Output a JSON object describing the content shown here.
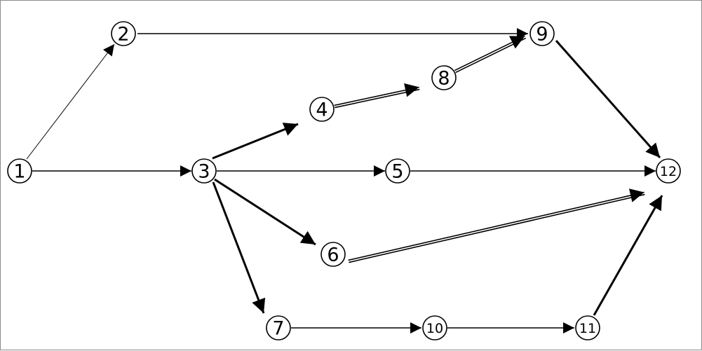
{
  "diagram": {
    "type": "network-graph",
    "nodes": [
      {
        "id": "1",
        "label": "1"
      },
      {
        "id": "2",
        "label": "2"
      },
      {
        "id": "3",
        "label": "3"
      },
      {
        "id": "4",
        "label": "4"
      },
      {
        "id": "5",
        "label": "5"
      },
      {
        "id": "6",
        "label": "6"
      },
      {
        "id": "7",
        "label": "7"
      },
      {
        "id": "8",
        "label": "8"
      },
      {
        "id": "9",
        "label": "9"
      },
      {
        "id": "10",
        "label": "10"
      },
      {
        "id": "11",
        "label": "11"
      },
      {
        "id": "12",
        "label": "12"
      }
    ],
    "edges": [
      {
        "from": "1",
        "to": "2",
        "style": "thin"
      },
      {
        "from": "1",
        "to": "3",
        "style": "normal"
      },
      {
        "from": "2",
        "to": "9",
        "style": "normal"
      },
      {
        "from": "3",
        "to": "4",
        "style": "bold"
      },
      {
        "from": "3",
        "to": "5",
        "style": "normal"
      },
      {
        "from": "3",
        "to": "6",
        "style": "bold"
      },
      {
        "from": "3",
        "to": "7",
        "style": "bold"
      },
      {
        "from": "4",
        "to": "8",
        "style": "double"
      },
      {
        "from": "8",
        "to": "9",
        "style": "double"
      },
      {
        "from": "9",
        "to": "12",
        "style": "bold"
      },
      {
        "from": "5",
        "to": "12",
        "style": "normal"
      },
      {
        "from": "6",
        "to": "12",
        "style": "double"
      },
      {
        "from": "7",
        "to": "10",
        "style": "normal"
      },
      {
        "from": "10",
        "to": "11",
        "style": "normal"
      },
      {
        "from": "11",
        "to": "12",
        "style": "bold"
      }
    ],
    "colors": {
      "line": "#000000",
      "background": "#ffffff",
      "frame": "#8a8a8a"
    }
  }
}
